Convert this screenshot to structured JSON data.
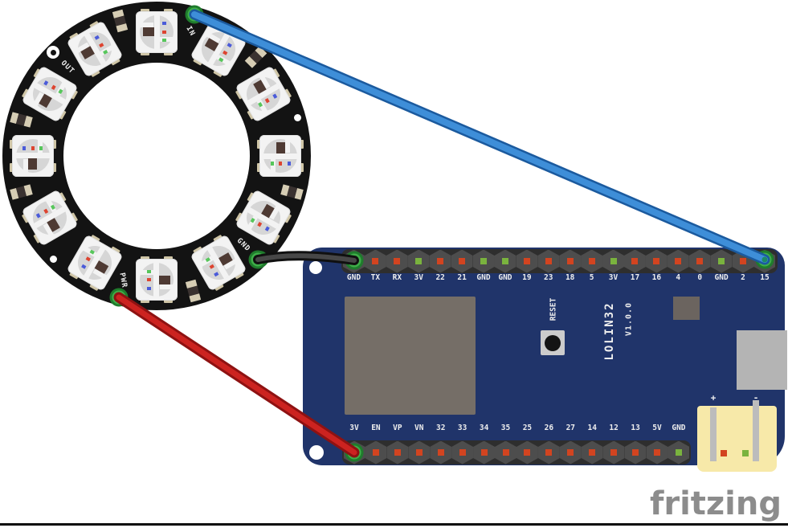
{
  "watermark": "fritzing",
  "ring": {
    "name": "neopixel-ring-12",
    "led_count": 12,
    "pad_labels": {
      "in": "IN",
      "out": "OUT",
      "gnd": "GND",
      "pwr": "PWR"
    }
  },
  "board": {
    "name": "LOLIN32",
    "silk": {
      "model": "LOLIN32",
      "version": "V1.0.0",
      "reset": "RESET",
      "battery_plus": "+",
      "battery_minus": "-"
    },
    "top_pins": [
      {
        "label": "GND",
        "indicator": "green",
        "connected": true
      },
      {
        "label": "TX",
        "indicator": "red"
      },
      {
        "label": "RX",
        "indicator": "red"
      },
      {
        "label": "3V",
        "indicator": "green"
      },
      {
        "label": "22",
        "indicator": "red"
      },
      {
        "label": "21",
        "indicator": "red"
      },
      {
        "label": "GND",
        "indicator": "green"
      },
      {
        "label": "GND",
        "indicator": "green"
      },
      {
        "label": "19",
        "indicator": "red"
      },
      {
        "label": "23",
        "indicator": "red"
      },
      {
        "label": "18",
        "indicator": "red"
      },
      {
        "label": "5",
        "indicator": "red"
      },
      {
        "label": "3V",
        "indicator": "green"
      },
      {
        "label": "17",
        "indicator": "red"
      },
      {
        "label": "16",
        "indicator": "red"
      },
      {
        "label": "4",
        "indicator": "red"
      },
      {
        "label": "0",
        "indicator": "red"
      },
      {
        "label": "GND",
        "indicator": "green"
      },
      {
        "label": "2",
        "indicator": "red"
      },
      {
        "label": "15",
        "indicator": "red",
        "connected": true
      }
    ],
    "bottom_pins": [
      {
        "label": "3V",
        "indicator": "green",
        "connected": true
      },
      {
        "label": "EN",
        "indicator": "red"
      },
      {
        "label": "VP",
        "indicator": "red"
      },
      {
        "label": "VN",
        "indicator": "red"
      },
      {
        "label": "32",
        "indicator": "red"
      },
      {
        "label": "33",
        "indicator": "red"
      },
      {
        "label": "34",
        "indicator": "red"
      },
      {
        "label": "35",
        "indicator": "red"
      },
      {
        "label": "25",
        "indicator": "red"
      },
      {
        "label": "26",
        "indicator": "red"
      },
      {
        "label": "27",
        "indicator": "red"
      },
      {
        "label": "14",
        "indicator": "red"
      },
      {
        "label": "12",
        "indicator": "red"
      },
      {
        "label": "13",
        "indicator": "red"
      },
      {
        "label": "5V",
        "indicator": "red"
      },
      {
        "label": "GND",
        "indicator": "green"
      }
    ]
  },
  "wires": [
    {
      "id": "data",
      "color_name": "blue",
      "from": "ring IN",
      "to": "pin 15",
      "outline": "#1b5a9e",
      "core": "#3e8ed8"
    },
    {
      "id": "ground",
      "color_name": "black",
      "from": "ring GND",
      "to": "pin GND",
      "outline": "#101010",
      "core": "#474747"
    },
    {
      "id": "power",
      "color_name": "red",
      "from": "ring PWR",
      "to": "pin 3V",
      "outline": "#8e1212",
      "core": "#cc2320"
    }
  ],
  "colors": {
    "board": "#20346a",
    "ring": "#131313",
    "connector_pad": "#3fae49",
    "indicator_red": "#d24420",
    "indicator_green": "#7ab33e",
    "battery_connector": "#f7e9a9",
    "led_chip": "#4e3a33",
    "watermark_gray": "#8c8c8c"
  }
}
